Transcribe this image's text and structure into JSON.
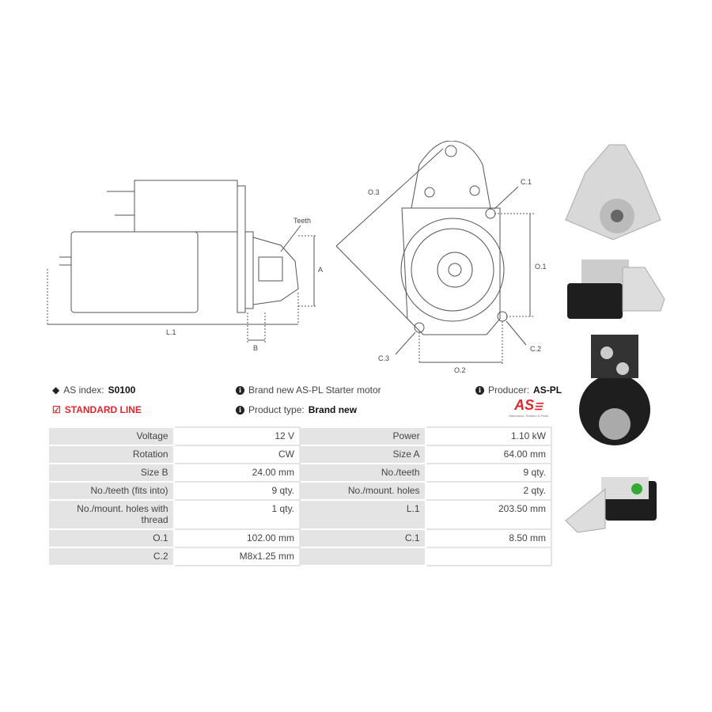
{
  "drawing": {
    "teeth_label": "Teeth",
    "a_label": "A",
    "b_label": "B",
    "l1_label": "L.1",
    "o3_label": "O.3",
    "c1_label": "C.1",
    "o1_label": "O.1",
    "c2_label": "C.2",
    "c3_label": "C.3",
    "o2_label": "O.2"
  },
  "info": {
    "as_index_label": "AS index:",
    "as_index_value": "S0100",
    "line_label": "STANDARD LINE",
    "description": "Brand new AS-PL Starter motor",
    "product_type_label": "Product type:",
    "product_type_value": "Brand new",
    "producer_label": "Producer:",
    "producer_value": "AS-PL",
    "logo_text": "AS",
    "logo_tagline": "Alternators, Starters & Parts",
    "accent_color": "#e0262d"
  },
  "specs": [
    [
      "Voltage",
      "12 V",
      "Power",
      "1.10 kW"
    ],
    [
      "Rotation",
      "CW",
      "Size A",
      "64.00 mm"
    ],
    [
      "Size B",
      "24.00 mm",
      "No./teeth",
      "9 qty."
    ],
    [
      "No./teeth (fits into)",
      "9 qty.",
      "No./mount. holes",
      "2 qty."
    ],
    [
      "No./mount. holes with thread",
      "1 qty.",
      "L.1",
      "203.50 mm"
    ],
    [
      "O.1",
      "102.00 mm",
      "C.1",
      "8.50 mm"
    ],
    [
      "C.2",
      "M8x1.25 mm",
      "",
      ""
    ]
  ]
}
